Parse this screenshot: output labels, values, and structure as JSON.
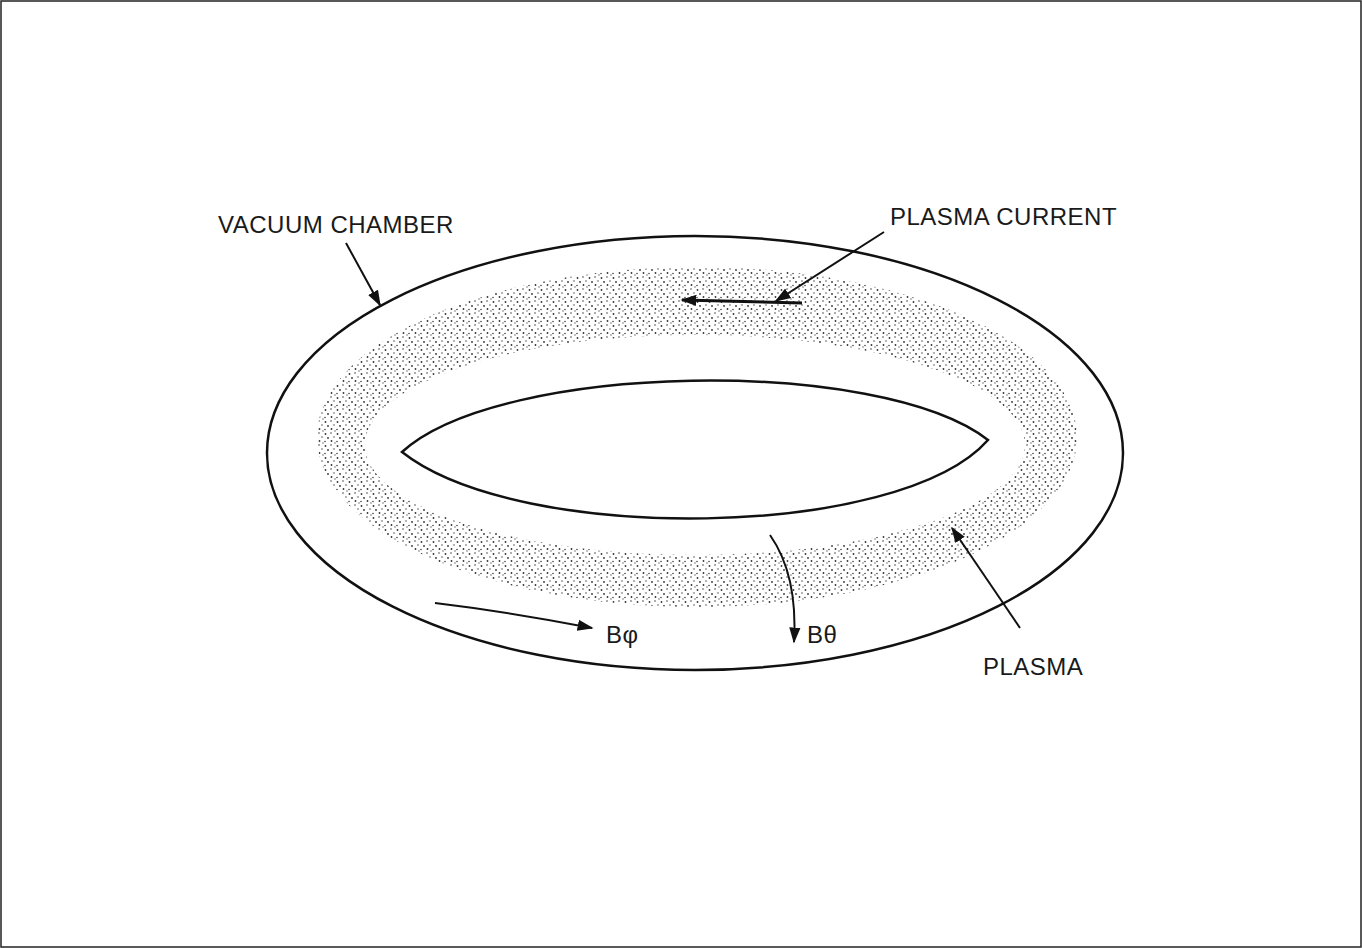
{
  "diagram": {
    "labels": [
      "VACUUM CHAMBER",
      "PLASMA CURRENT",
      "PLASMA",
      "Bφ",
      "Bθ"
    ]
  }
}
